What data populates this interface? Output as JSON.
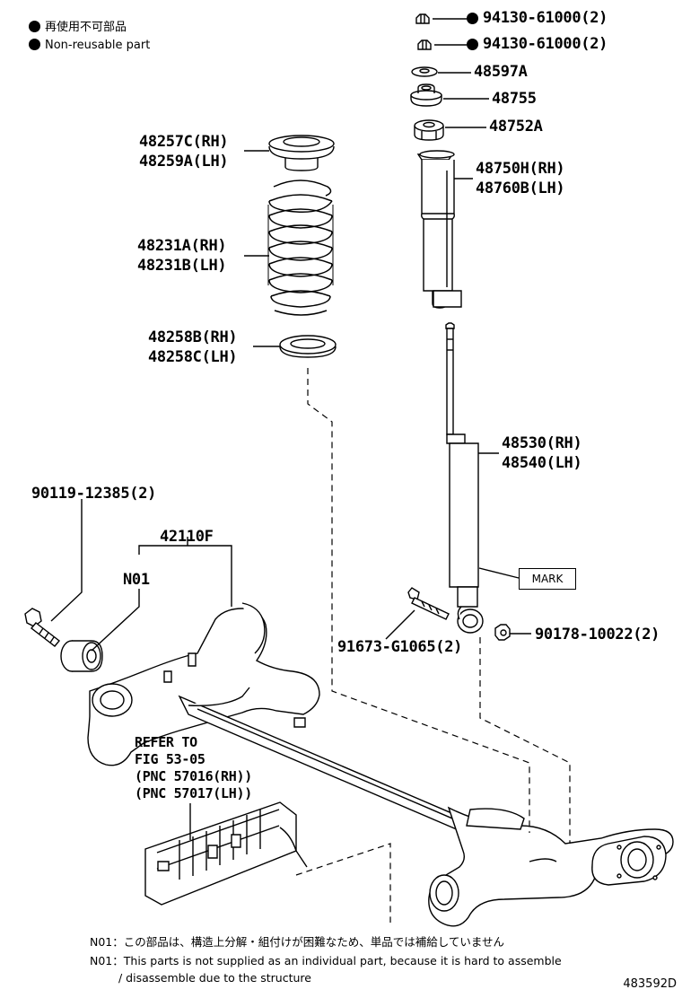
{
  "legend": {
    "jp": "再使用不可部品",
    "en": "Non-reusable part"
  },
  "parts": {
    "nut_upper": "94130-61000(2)",
    "nut_lower": "94130-61000(2)",
    "washer": "48597A",
    "retainer": "48755",
    "cushion": "48752A",
    "bump_stop_rh": "48750H(RH)",
    "bump_stop_lh": "48760B(LH)",
    "upper_insulator_rh": "48257C(RH)",
    "upper_insulator_lh": "48259A(LH)",
    "coil_spring_rh": "48231A(RH)",
    "coil_spring_lh": "48231B(LH)",
    "lower_insulator_rh": "48258B(RH)",
    "lower_insulator_lh": "48258C(LH)",
    "absorber_rh": "48530(RH)",
    "absorber_lh": "48540(LH)",
    "bolt": "90119-12385(2)",
    "axle_beam": "42110F",
    "bushing": "N01",
    "absorber_bolt": "91673-G1065(2)",
    "absorber_nut": "90178-10022(2)"
  },
  "mark_label": "MARK",
  "refer": {
    "line1": "REFER TO",
    "line2": "FIG 53-05",
    "line3": "(PNC 57016(RH))",
    "line4": "(PNC 57017(LH))"
  },
  "notes": {
    "jp": "N01：この部品は、構造上分解・組付けが困難なため、単品では補給していません",
    "en1": "N01：This parts is not supplied as an individual part, because it is hard to assemble",
    "en2": "/ disassemble due to the structure"
  },
  "figure_code": "483592D"
}
